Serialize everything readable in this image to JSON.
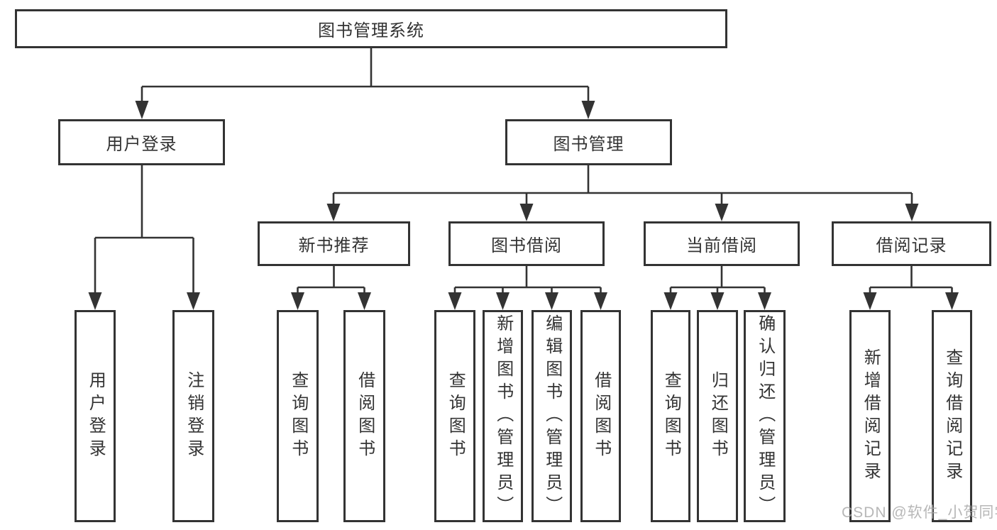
{
  "watermark": "CSDN @软件_小贺同学",
  "tree": {
    "root": {
      "label": "图书管理系统"
    },
    "login": {
      "label": "用户登录",
      "children": [
        "用户登录",
        "注销登录"
      ]
    },
    "mgmt": {
      "label": "图书管理",
      "sections": [
        {
          "label": "新书推荐",
          "children": [
            "查询图书",
            "借阅图书"
          ]
        },
        {
          "label": "图书借阅",
          "children": [
            "查询图书",
            "新增图书（管理员）",
            "编辑图书（管理员）",
            "借阅图书"
          ]
        },
        {
          "label": "当前借阅",
          "children": [
            "查询图书",
            "归还图书",
            "确认归还（管理员）"
          ]
        },
        {
          "label": "借阅记录",
          "children": [
            "新增借阅记录",
            "查询借阅记录"
          ]
        }
      ]
    }
  }
}
